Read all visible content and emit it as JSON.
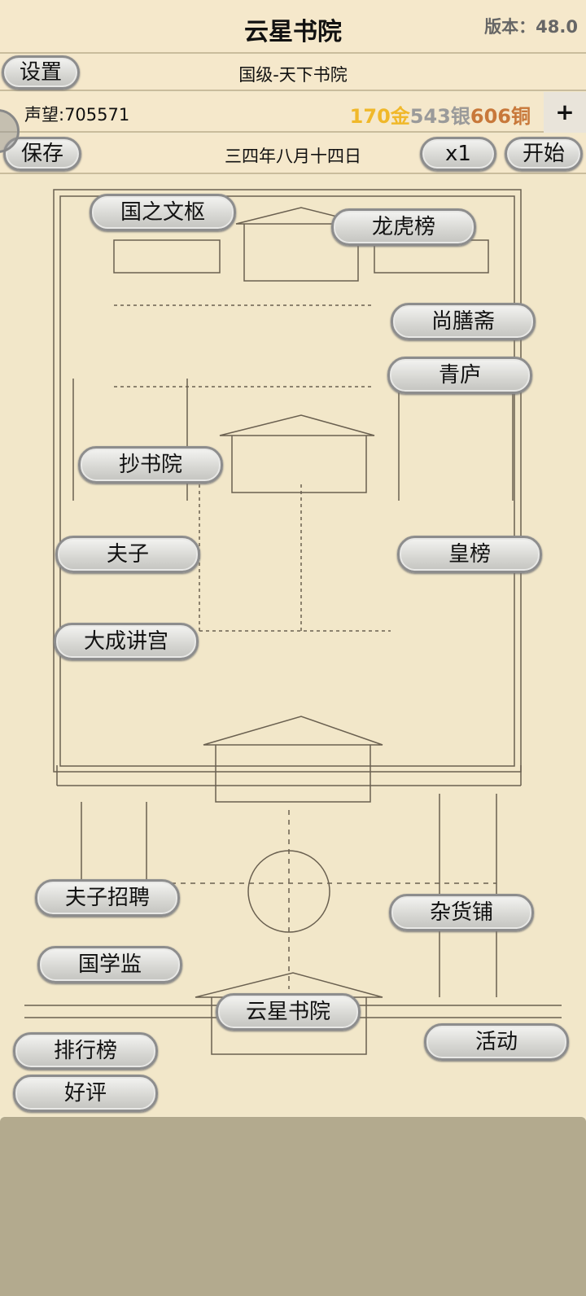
{
  "header": {
    "title": "云星书院",
    "version": "版本：48.0"
  },
  "row2": {
    "settings": "设置",
    "rank_title": "国级-天下书院"
  },
  "row3": {
    "reputation": "声望:705571",
    "gold": "170金",
    "silver": "543银",
    "copper": "606铜",
    "add": "+"
  },
  "row4": {
    "save": "保存",
    "date": "三四年八月十四日",
    "speed": "x1",
    "start": "开始"
  },
  "map_buttons": [
    "国之文枢",
    "龙虎榜",
    "尚膳斋",
    "青庐",
    "抄书院",
    "夫子",
    "皇榜",
    "大成讲宫",
    "夫子招聘",
    "杂货铺",
    "国学监",
    "云星书院",
    "排行榜",
    "活动",
    "好评"
  ],
  "colors": {
    "gold": "#f0b82a",
    "silver": "#9a9a9a",
    "copper": "#c8783a"
  }
}
